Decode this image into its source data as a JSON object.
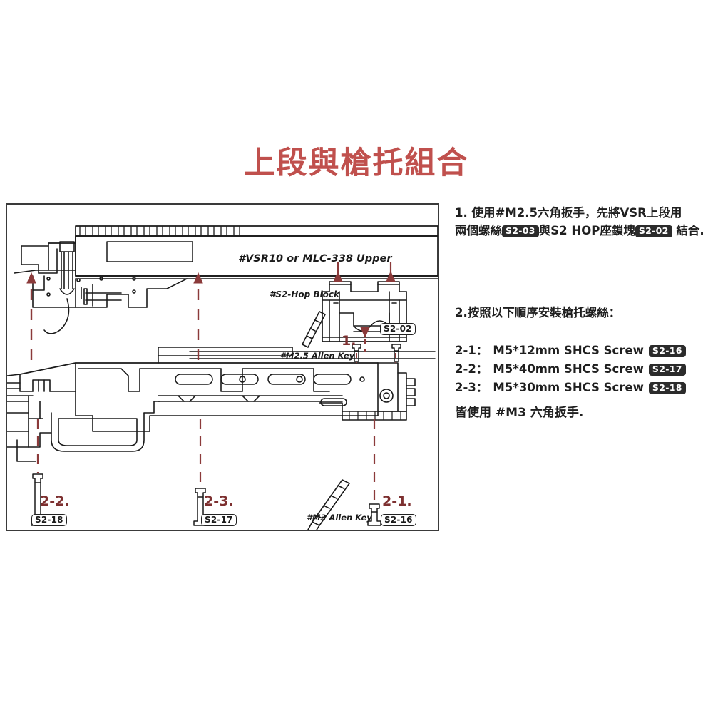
{
  "title": "上段與槍托組合",
  "colors": {
    "title_red": "#c0504d",
    "arrow_maroon": "#8b3a3a",
    "marker_red": "#7d3030",
    "line_black": "#1a1a1a",
    "frame_gray": "#3a3a3a"
  },
  "panel": {
    "step1": {
      "line1_pre": "1. 使用#M2.5六角扳手，先將VSR上段用",
      "line2_pre": "兩個螺絲",
      "badge_a": "S2-03",
      "line2_mid": "與S2 HOP座鎖塊",
      "badge_b": "S2-02",
      "line2_end": "結合."
    },
    "step2": {
      "heading": "2.按照以下順序安裝槍托螺絲：",
      "items": [
        {
          "index": "2-1：",
          "desc": "M5*12mm SHCS Screw",
          "badge": "S2-16"
        },
        {
          "index": "2-2：",
          "desc": "M5*40mm SHCS Screw",
          "badge": "S2-17"
        },
        {
          "index": "2-3：",
          "desc": "M5*30mm SHCS Screw",
          "badge": "S2-18"
        }
      ]
    },
    "note": "皆使用 #M3 六角扳手."
  },
  "diagram": {
    "upper_label": "#VSR10 or MLC-338 Upper",
    "hop_block_label": "#S2-Hop Block",
    "hop_block_badge": "S2-02",
    "m25_allen_label": "#M2.5 Allen Key",
    "m3_allen_label": "#M3 Allen Key",
    "markers": {
      "step1": "1.",
      "screw_2_1": "2-1.",
      "screw_2_2": "2-2.",
      "screw_2_3": "2-3."
    },
    "badges": {
      "screw_2_1": "S2-16",
      "screw_2_2": "S2-18",
      "screw_2_3": "S2-17"
    }
  }
}
